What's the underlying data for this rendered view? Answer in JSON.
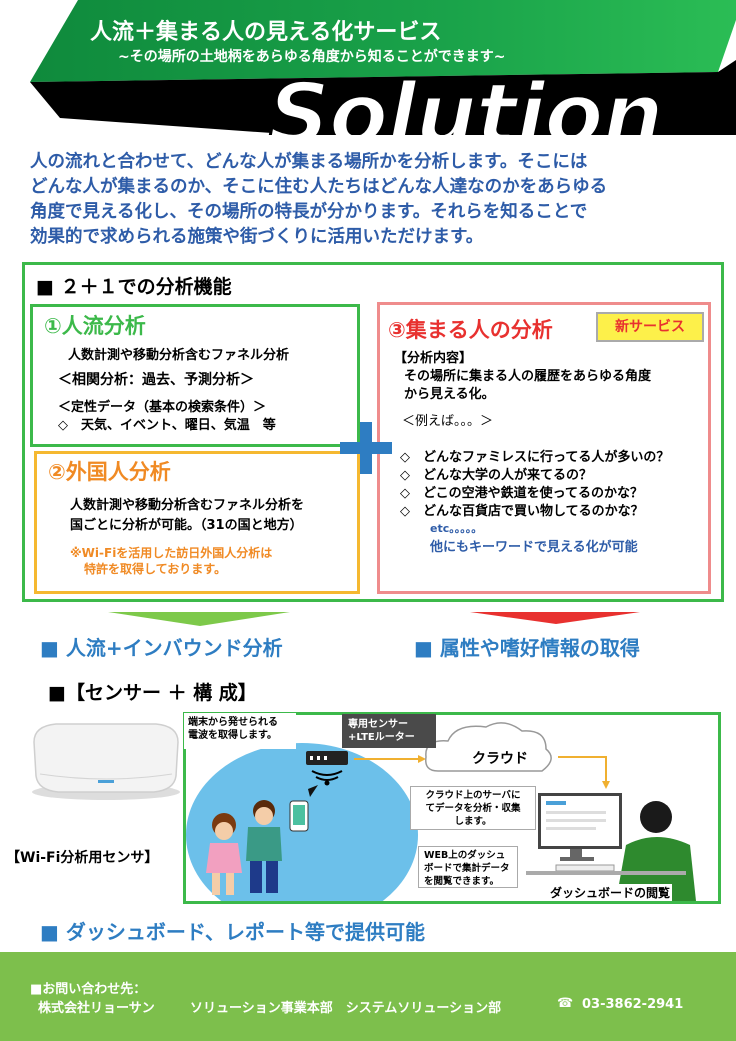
{
  "header": {
    "title": "人流＋集まる人の見える化サービス",
    "subtitle": "~その場所の土地柄をあらゆる角度から知ることができます~",
    "solution_word": "Solution"
  },
  "intro": [
    "人の流れと合わせて、どんな人が集まる場所かを分析します。そこには",
    "どんな人が集まるのか、そこに住む人たちはどんな人達なのかをあらゆる",
    "角度で見える化し、その場所の特長が分かります。それらを知ることで",
    "効果的で求められる施策や街づくりに活用いただけます。"
  ],
  "analysis": {
    "title": "■ ２＋１での分析機能",
    "box1": {
      "title": "①人流分析",
      "line1": "人数計測や移動分析含むファネル分析",
      "line2": "＜相関分析：過去、予測分析＞",
      "line3": "＜定性データ（基本の検索条件）＞",
      "line4": "◇　天気、イベント、曜日、気温　等"
    },
    "box2": {
      "title": "②外国人分析",
      "line1": "人数計測や移動分析含むファネル分析を",
      "line2": "国ごとに分析が可能。（31の国と地方）",
      "note1": "※Wi-Fiを活用した訪日外国人分析は",
      "note2": "特許を取得しております。"
    },
    "box3": {
      "title": "③集まる人の分析",
      "badge": "新サービス",
      "content_label": "【分析内容】",
      "desc1": "その場所に集まる人の履歴をあらゆる角度",
      "desc2": "から見える化。",
      "example": "＜例えば。。。＞",
      "items": [
        "◇　どんなファミレスに行ってる人が多いの？",
        "◇　どんな大学の人が来てるの？",
        "◇　どこの空港や鉄道を使ってるのかな？",
        "◇　どんな百貨店で買い物してるのかな？"
      ],
      "etc": "etc。。。。。",
      "more": "他にもキーワードで見える化が可能"
    }
  },
  "results": {
    "left": "■  人流+インバウンド分析",
    "right": "■   属性や嗜好情報の取得"
  },
  "sensor": {
    "heading": "■【センサー ＋ 構 成】",
    "device_label": "【Wi-Fi分析用センサ】",
    "callout_signal": "端末から発せられる電波を取得します。",
    "callout_signal_l1": "端末から発せられる",
    "callout_signal_l2": "電波を取得します。",
    "router_l1": "専用センサー",
    "router_l2": "+LTEルーター",
    "cloud": "クラウド",
    "server_l1": "クラウド上のサーバに",
    "server_l2": "てデータを分析・収集",
    "server_l3": "します。",
    "web_l1": "WEB上のダッシュ",
    "web_l2": "ボードで集計データ",
    "web_l3": "を閲覧できます。",
    "dashboard": "ダッシュボードの閲覧"
  },
  "dashboard_note": "■  ダッシュボード、レポート等で提供可能",
  "footer": {
    "contact_label": "■お問い合わせ先：",
    "company": "株式会社リョーサン",
    "dept": "ソリューション事業本部　システムソリューション部",
    "phone_icon": "☎",
    "phone": "03-3862-2941"
  },
  "colors": {
    "green": "#3cb94a",
    "blue": "#2e5ca8",
    "red": "#e8312f",
    "orange": "#f08a24",
    "footer": "#7dbf4c"
  }
}
